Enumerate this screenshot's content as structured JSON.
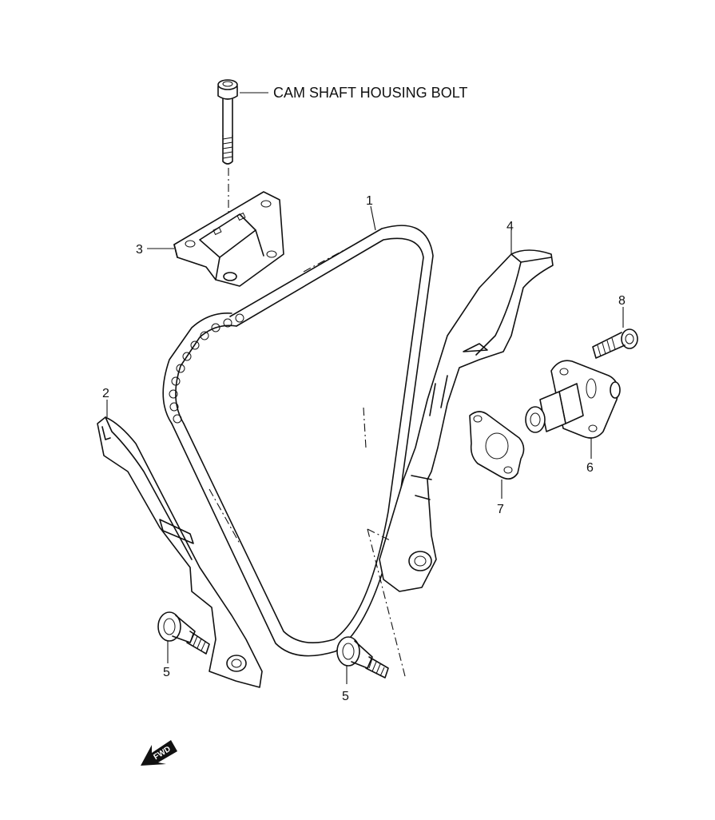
{
  "callouts": {
    "c1": "1",
    "c2": "2",
    "c3": "3",
    "c4": "4",
    "c5a": "5",
    "c5b": "5",
    "c6": "6",
    "c7": "7",
    "c8": "8"
  },
  "note": "CAM SHAFT HOUSING BOLT",
  "fwd": {
    "label": "FWD",
    "icon": "fwd-arrow-icon"
  }
}
